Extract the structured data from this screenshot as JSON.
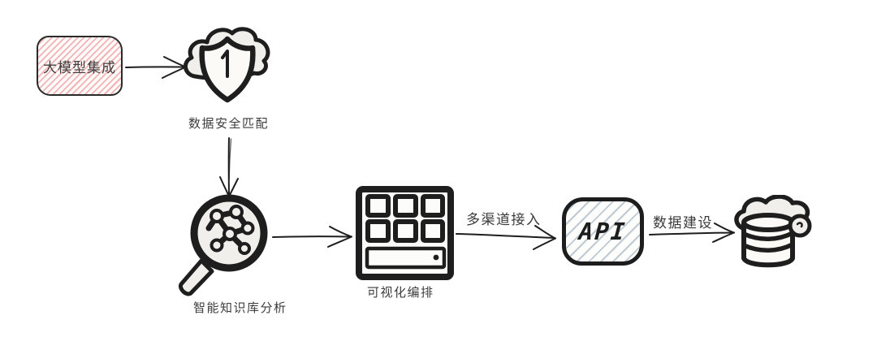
{
  "diagram": {
    "type": "flowchart",
    "style": "hand-drawn-whiteboard",
    "nodes": {
      "llm_box": {
        "label": "大模型集成",
        "shape": "rounded-rectangle",
        "fill_hatch": "#f0a6a6"
      },
      "security": {
        "label": "数据安全匹配",
        "icon": "cloud-shield-icon"
      },
      "knowledge": {
        "label": "智能知识库分析",
        "icon": "magnifier-network-icon"
      },
      "orchestration": {
        "label": "可视化编排",
        "icon": "dashboard-grid-icon"
      },
      "api": {
        "label": "API",
        "shape": "rounded-rectangle",
        "fill_hatch": "#b8c4ce"
      },
      "storage": {
        "icon": "cloud-database-icon"
      }
    },
    "edges": [
      {
        "from": "llm_box",
        "to": "security",
        "label": ""
      },
      {
        "from": "security",
        "to": "knowledge",
        "label": ""
      },
      {
        "from": "knowledge",
        "to": "orchestration",
        "label": ""
      },
      {
        "from": "orchestration",
        "to": "api",
        "label": "多渠道接入"
      },
      {
        "from": "api",
        "to": "storage",
        "label": "数据建设"
      }
    ],
    "colors": {
      "background": "#ffffff",
      "stroke": "#1e1e1e",
      "label_text": "#3d3d3d",
      "icon_fill": "#f0efeb",
      "llm_hatch": "#f0a6a6",
      "api_hatch": "#b8c4ce"
    }
  }
}
